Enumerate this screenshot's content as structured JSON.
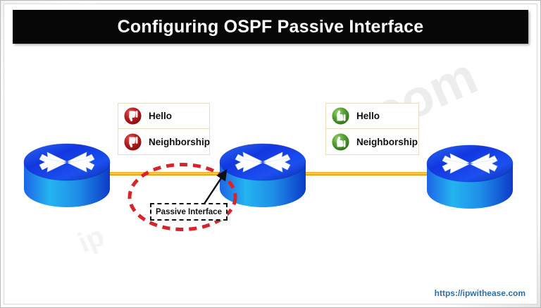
{
  "title": {
    "text": "Configuring OSPF Passive Interface"
  },
  "colors": {
    "banner_bg": "#070707",
    "banner_text": "#ffffff",
    "link_line": "#f0b221",
    "ellipse_red": "#d8232a",
    "thumbs_down_red": "#a81818",
    "thumbs_up_green": "#4a9a2a",
    "router_blue": "#1340e8",
    "footer_link": "#2f6ea5",
    "legend_border": "#e9dfc0"
  },
  "diagram": {
    "routers": [
      {
        "name": "router-left",
        "icon": "router-icon"
      },
      {
        "name": "router-center",
        "icon": "router-icon"
      },
      {
        "name": "router-right",
        "icon": "router-icon"
      }
    ],
    "links": [
      {
        "name": "link-left-center"
      },
      {
        "name": "link-center-right"
      }
    ],
    "legend_left": {
      "name": "legend-passive-side",
      "rows": [
        {
          "icon": "thumbs-down-icon",
          "label": "Hello"
        },
        {
          "icon": "thumbs-down-icon",
          "label": "Neighborship"
        }
      ]
    },
    "legend_right": {
      "name": "legend-active-side",
      "rows": [
        {
          "icon": "thumbs-up-icon",
          "label": "Hello"
        },
        {
          "icon": "thumbs-up-icon",
          "label": "Neighborship"
        }
      ]
    },
    "callout": {
      "label": "Passive Interface",
      "highlight_shape": "dashed-ellipse"
    }
  },
  "footer": {
    "url": "https://ipwithease.com"
  },
  "watermark": {
    "main": ".com",
    "sub": "ip"
  }
}
